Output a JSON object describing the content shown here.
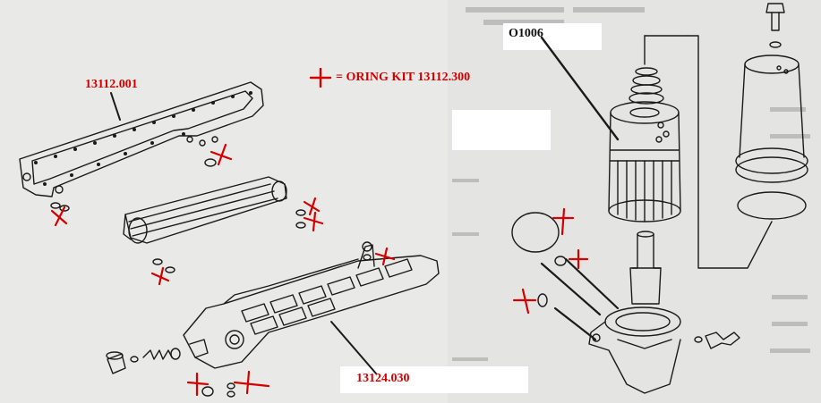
{
  "labels": {
    "gasket_part": "13112.001",
    "intake_part": "13124.030",
    "filter_part": "O1006",
    "legend_symbol": "+",
    "legend_text": "= ORING KIT 13112.300"
  },
  "colors": {
    "background": "#e9e9e7",
    "line": "#1a1a1a",
    "marker": "#d40000",
    "callout_box": "#ffffff"
  },
  "markers": {
    "symbol": "red-cross",
    "count": 11
  }
}
